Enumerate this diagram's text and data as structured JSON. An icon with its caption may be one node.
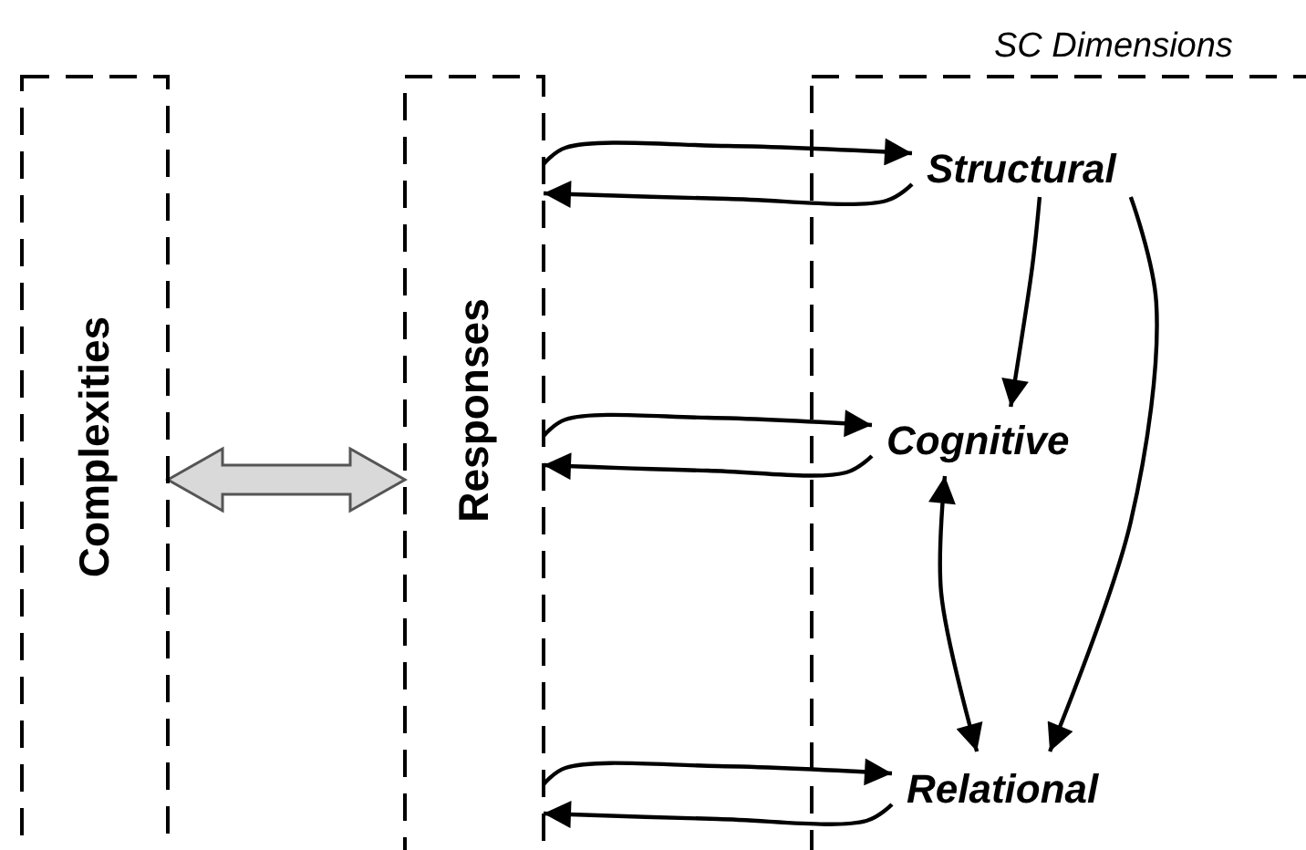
{
  "diagram": {
    "nodes": [
      {
        "text": [
          "Complexities"
        ]
      },
      {
        "text": [
          "Responses"
        ]
      },
      {
        "text": [
          "SC Dimensions"
        ]
      },
      {
        "text": [
          "Structural"
        ],
        "in": 2
      },
      {
        "text": [
          "Cognitive"
        ],
        "in": 2
      },
      {
        "text": [
          "Relational"
        ],
        "in": 2
      }
    ],
    "edges": [
      {
        "from": 0,
        "to": 1,
        "arrow": "both",
        "style": "thick",
        "color": "#d9d9d9"
      },
      {
        "from": 1,
        "to": 3,
        "arrow": "to"
      },
      {
        "from": 3,
        "to": 1,
        "arrow": "to"
      },
      {
        "from": 1,
        "to": 4,
        "arrow": "to"
      },
      {
        "from": 4,
        "to": 1,
        "arrow": "to"
      },
      {
        "from": 1,
        "to": 5,
        "arrow": "to"
      },
      {
        "from": 5,
        "to": 1,
        "arrow": "to"
      },
      {
        "from": 3,
        "to": 4,
        "arrow": "to"
      },
      {
        "from": 3,
        "to": 5,
        "arrow": "to"
      },
      {
        "from": 4,
        "to": 5,
        "arrow": "both"
      }
    ]
  }
}
